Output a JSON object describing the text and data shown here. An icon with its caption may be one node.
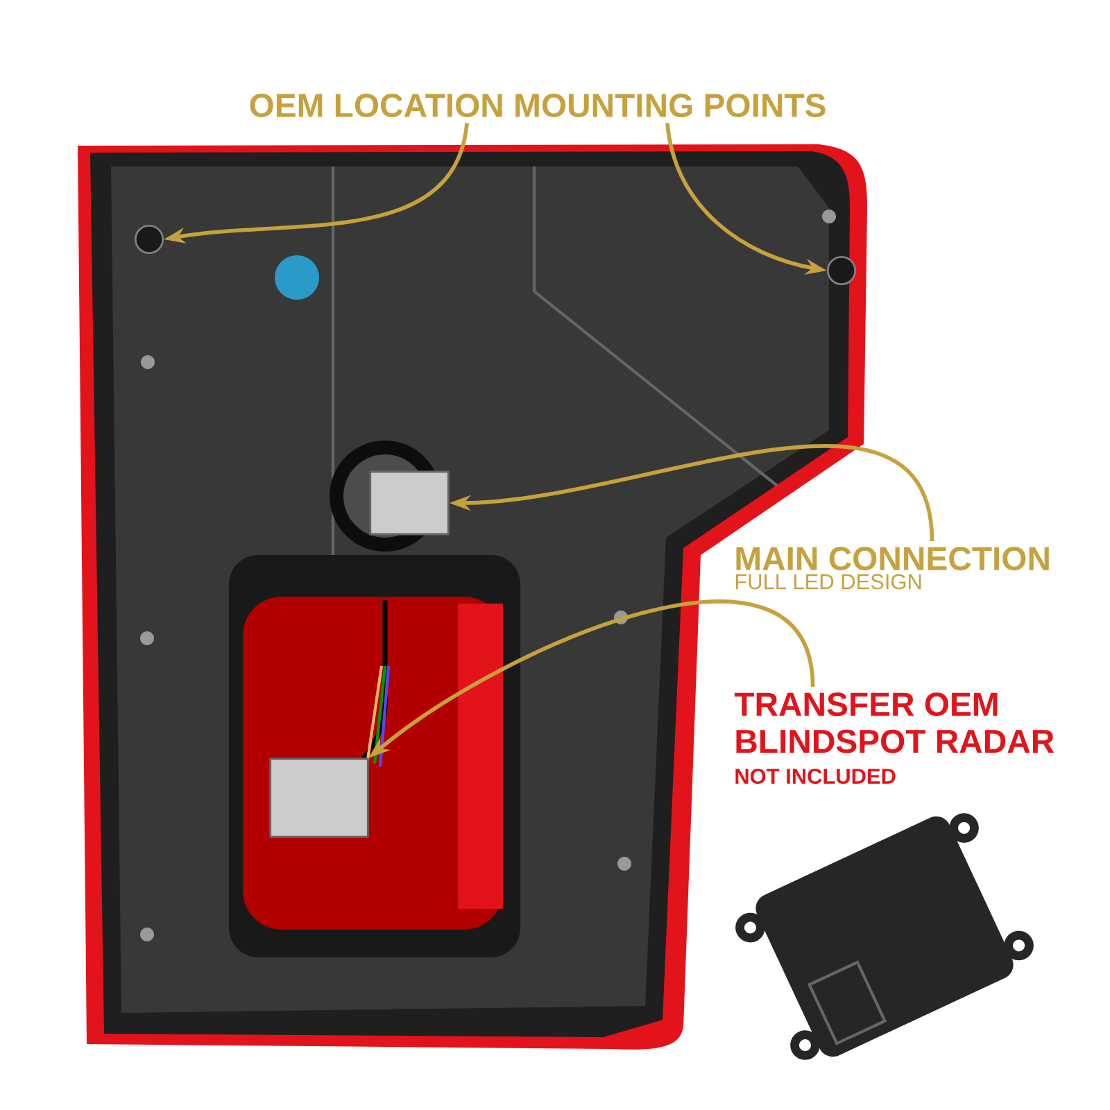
{
  "diagram": {
    "nodes": [
      {
        "text": [
          "OEM LOCATION MOUNTING POINTS"
        ]
      },
      {
        "text": [],
        "shape": "circle"
      },
      {
        "text": [],
        "shape": "circle"
      },
      {
        "text": [
          "MAIN CONNECTION",
          "FULL LED DESIGN"
        ]
      },
      {
        "text": [],
        "shape": "box"
      },
      {
        "text": [
          "TRANSFER OEM BLINDSPOT RADAR",
          "NOT INCLUDED"
        ]
      },
      {
        "text": [],
        "shape": "box"
      }
    ],
    "edges": [
      {
        "from": 0,
        "to": 1,
        "arrow": "to"
      },
      {
        "from": 0,
        "to": 2,
        "arrow": "to"
      },
      {
        "from": 3,
        "to": 4,
        "arrow": "to"
      },
      {
        "from": 5,
        "to": 6,
        "arrow": "to"
      }
    ]
  }
}
